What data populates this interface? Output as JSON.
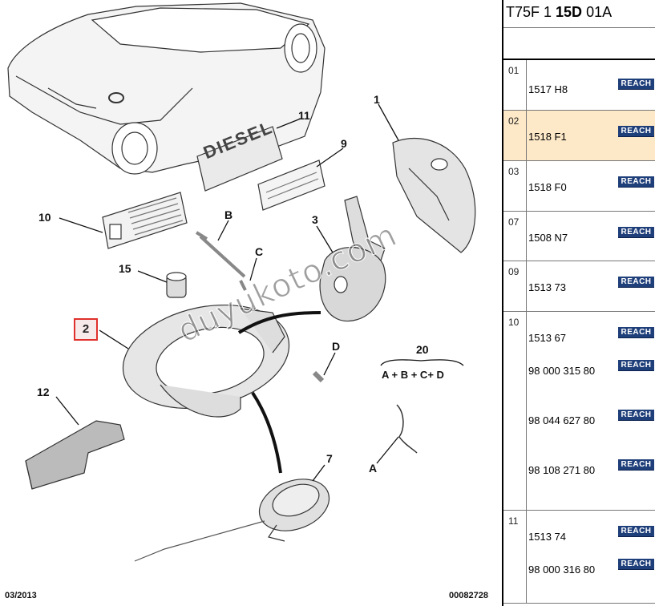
{
  "header": {
    "code_prefix": "T75F 1 ",
    "code_bold": "15D",
    "code_suffix": " 01A"
  },
  "groups": [
    {
      "index": "01",
      "items": [
        {
          "ref": "1517 H8",
          "badge": "REACH"
        }
      ]
    },
    {
      "index": "02",
      "selected": true,
      "items": [
        {
          "ref": "1518 F1",
          "badge": "REACH"
        }
      ]
    },
    {
      "index": "03",
      "items": [
        {
          "ref": "1518 F0",
          "badge": "REACH"
        }
      ]
    },
    {
      "index": "07",
      "items": [
        {
          "ref": "1508 N7",
          "badge": "REACH"
        }
      ]
    },
    {
      "index": "09",
      "items": [
        {
          "ref": "1513 73",
          "badge": "REACH"
        }
      ]
    },
    {
      "index": "10",
      "items": [
        {
          "ref": "1513 67",
          "badge": "REACH"
        },
        {
          "ref": "98 000 315 80",
          "badge": "REACH"
        },
        {
          "ref": "98 044 627 80",
          "badge": "REACH"
        },
        {
          "ref": "98 108 271 80",
          "badge": "REACH"
        }
      ]
    },
    {
      "index": "11",
      "items": [
        {
          "ref": "1513 74",
          "badge": "REACH"
        },
        {
          "ref": "98 000 316 80",
          "badge": "REACH"
        }
      ]
    }
  ],
  "diagram": {
    "labels": {
      "l1": "1",
      "l2": "2",
      "l3": "3",
      "l7": "7",
      "l9": "9",
      "l10": "10",
      "l11": "11",
      "l12": "12",
      "l15": "15",
      "l20": "20",
      "lA": "A",
      "lB": "B",
      "lC": "C",
      "lD": "D"
    },
    "formula": "A + B + C+ D",
    "decal_text": "DIESEL",
    "footer_date": "03/2013",
    "footer_code": "00082728",
    "watermark": "duyukoto.com"
  },
  "colors": {
    "highlight_border": "#e0302c",
    "selected_row": "#fde9c8",
    "badge": "#1f3f7a"
  }
}
